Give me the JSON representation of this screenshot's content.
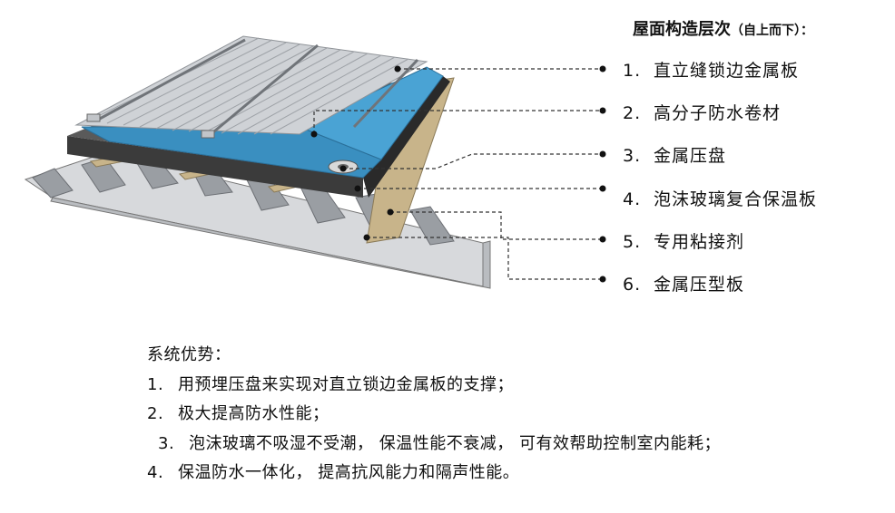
{
  "heading": {
    "title": "屋面构造层次",
    "subtitle": "（自上而下）："
  },
  "layers": [
    {
      "num": "1.",
      "label": "直立缝锁边金属板"
    },
    {
      "num": "2.",
      "label": "高分子防水卷材"
    },
    {
      "num": "3.",
      "label": "金属压盘"
    },
    {
      "num": "4.",
      "label": "泡沫玻璃复合保温板"
    },
    {
      "num": "5.",
      "label": "专用粘接剂"
    },
    {
      "num": "6.",
      "label": "金属压型板"
    }
  ],
  "advantages": {
    "heading": "系统优势：",
    "items": [
      {
        "num": "1.",
        "text": "用预埋压盘来实现对直立锁边金属板的支撑；"
      },
      {
        "num": "2.",
        "text": "极大提高防水性能；"
      },
      {
        "num": "3.",
        "text": "泡沫玻璃不吸湿不受潮， 保温性能不衰减， 可有效帮助控制室内能耗；"
      },
      {
        "num": "4.",
        "text": "保温防水一体化， 提高抗风能力和隔声性能。"
      }
    ]
  },
  "colors": {
    "metal_light": "#cfd2d6",
    "metal_dark": "#8f9398",
    "membrane_blue": "#3a8fc0",
    "insulation_dark": "#3b3b3b",
    "adhesive_tan": "#c8b48a",
    "leader_line": "#333333"
  }
}
